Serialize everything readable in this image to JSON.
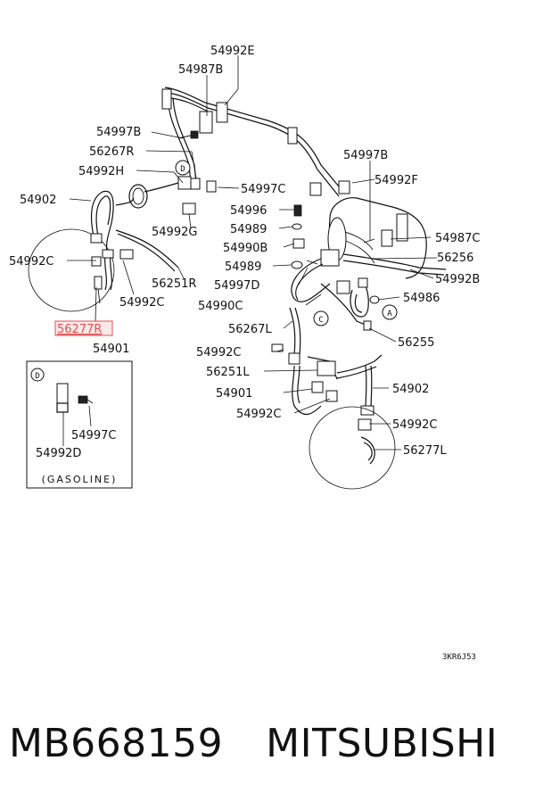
{
  "labels": {
    "p54992E": "54992E",
    "p54987B": "54987B",
    "p54997B_l": "54997B",
    "p56267R": "56267R",
    "p54992H": "54992H",
    "p54902_l": "54902",
    "p54992C_l1": "54992C",
    "p56251R": "56251R",
    "p54992C_l2": "54992C",
    "p56277R": "56277R",
    "p54901_l": "54901",
    "p54997C_top": "54997C",
    "p54992G": "54992G",
    "p54996": "54996",
    "p54989_a": "54989",
    "p54990B": "54990B",
    "p54989_b": "54989",
    "p54997D": "54997D",
    "p54990C": "54990C",
    "p56267L": "56267L",
    "p54992C_m": "54992C",
    "p56251L": "56251L",
    "p54901_r": "54901",
    "p54992C_m2": "54992C",
    "p54997B_r": "54997B",
    "p54992F": "54992F",
    "p54987C": "54987C",
    "p56256": "56256",
    "p54992B": "54992B",
    "p54986": "54986",
    "p56255": "56255",
    "p54902_r": "54902",
    "p54992C_r": "54992C",
    "p56277L": "56277L",
    "inset_54997C": "54997C",
    "inset_54992D": "54992D",
    "inset_caption": "(GASOLINE)",
    "callout_D_main": "D",
    "callout_D_inset": "D",
    "callout_A": "A",
    "callout_C": "C",
    "drawing_code": "3KR6J53"
  },
  "highlight_color": "#e05050",
  "footer": {
    "part_number": "MB668159",
    "brand": "MITSUBISHI"
  }
}
